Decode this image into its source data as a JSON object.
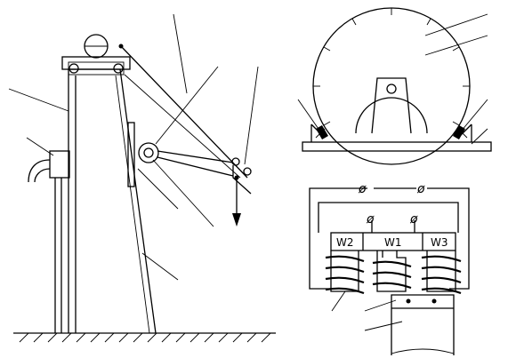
{
  "coils": {
    "left": "W2",
    "center": "W1",
    "right": "W3"
  },
  "terminals": {
    "symbol": "ø"
  }
}
